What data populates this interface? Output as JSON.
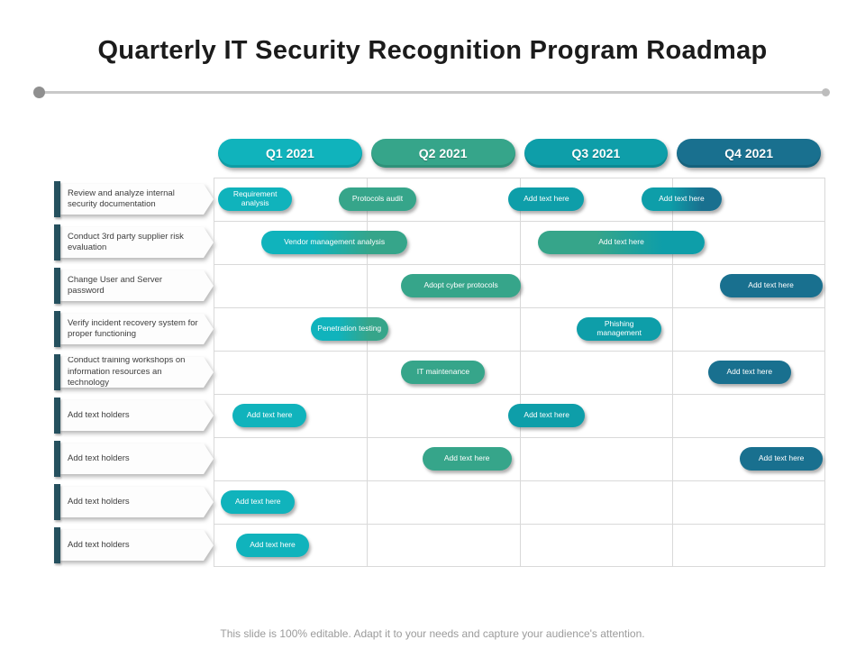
{
  "title": "Quarterly IT Security Recognition Program Roadmap",
  "footer": "This slide is 100% editable. Adapt it to your needs and capture your audience's attention.",
  "colors": {
    "q1_teal": "#10b3bc",
    "q2_green": "#36a58a",
    "q3_teal": "#0e9ea9",
    "q4_blue": "#19708f",
    "label_bar": "#25505e",
    "grid_line": "#d9d9d9"
  },
  "quarters": [
    {
      "label": "Q1 2021",
      "color": "#10b3bc"
    },
    {
      "label": "Q2 2021",
      "color": "#36a58a"
    },
    {
      "label": "Q3 2021",
      "color": "#0e9ea9"
    },
    {
      "label": "Q4 2021",
      "color": "#19708f"
    }
  ],
  "rows": [
    {
      "label": "Review and analyze internal security documentation",
      "tasks": [
        {
          "label": "Requirement analysis",
          "quarter": "Q1 2021",
          "left": 0.8,
          "width": 12.0,
          "color": "#10b3bc"
        },
        {
          "label": "Protocols audit",
          "quarter": "Q2 2021",
          "left": 20.4,
          "width": 12.8,
          "color": "#36a58a"
        },
        {
          "label": "Add text here",
          "quarter": "Q3 2021",
          "left": 48.2,
          "width": 12.4,
          "color": "#0e9ea9"
        },
        {
          "label": "Add text here",
          "quarter": "Q4 2021",
          "left": 70.0,
          "width": 13.0,
          "color": "#0e9ea9",
          "color2": "#19708f"
        }
      ]
    },
    {
      "label": "Conduct 3rd party supplier risk evaluation",
      "tasks": [
        {
          "label": "Vendor management analysis",
          "quarter": "Q1-Q2 2021",
          "left": 7.8,
          "width": 23.9,
          "color": "#10b3bc",
          "color2": "#36a58a"
        },
        {
          "label": "Add text here",
          "quarter": "Q3 2021",
          "left": 53.0,
          "width": 27.3,
          "color": "#36a58a",
          "color2": "#0e9ea9"
        }
      ]
    },
    {
      "label": "Change User and Server password",
      "tasks": [
        {
          "label": "Adopt cyber protocols",
          "quarter": "Q2 2021",
          "left": 30.7,
          "width": 19.5,
          "color": "#36a58a"
        },
        {
          "label": "Add text here",
          "quarter": "Q4 2021",
          "left": 82.7,
          "width": 16.8,
          "color": "#19708f"
        }
      ]
    },
    {
      "label": "Verify incident recovery system for proper functioning",
      "tasks": [
        {
          "label": "Penetration testing",
          "quarter": "Q1-Q2 2021",
          "left": 15.9,
          "width": 12.6,
          "color": "#10b3bc",
          "color2": "#36a58a"
        },
        {
          "label": "Phishing management",
          "quarter": "Q3 2021",
          "left": 59.4,
          "width": 13.8,
          "color": "#0e9ea9"
        }
      ]
    },
    {
      "label": "Conduct training workshops on information resources an technology",
      "tasks": [
        {
          "label": "IT maintenance",
          "quarter": "Q2 2021",
          "left": 30.7,
          "width": 13.7,
          "color": "#36a58a"
        },
        {
          "label": "Add text here",
          "quarter": "Q4 2021",
          "left": 80.8,
          "width": 13.6,
          "color": "#19708f"
        }
      ]
    },
    {
      "label": "Add text holders",
      "tasks": [
        {
          "label": "Add text here",
          "quarter": "Q1 2021",
          "left": 3.1,
          "width": 12.1,
          "color": "#10b3bc"
        },
        {
          "label": "Add text here",
          "quarter": "Q3 2021",
          "left": 48.2,
          "width": 12.5,
          "color": "#0e9ea9"
        }
      ]
    },
    {
      "label": "Add text holders",
      "tasks": [
        {
          "label": "Add text here",
          "quarter": "Q2 2021",
          "left": 34.1,
          "width": 14.6,
          "color": "#36a58a"
        },
        {
          "label": "Add text here",
          "quarter": "Q4 2021",
          "left": 86.0,
          "width": 13.6,
          "color": "#19708f"
        }
      ]
    },
    {
      "label": "Add text holders",
      "tasks": [
        {
          "label": "Add text here",
          "quarter": "Q1 2021",
          "left": 1.2,
          "width": 12.1,
          "color": "#10b3bc"
        }
      ]
    },
    {
      "label": "Add text holders",
      "tasks": [
        {
          "label": "Add text here",
          "quarter": "Q1 2021",
          "left": 3.7,
          "width": 11.9,
          "color": "#10b3bc"
        }
      ]
    }
  ]
}
